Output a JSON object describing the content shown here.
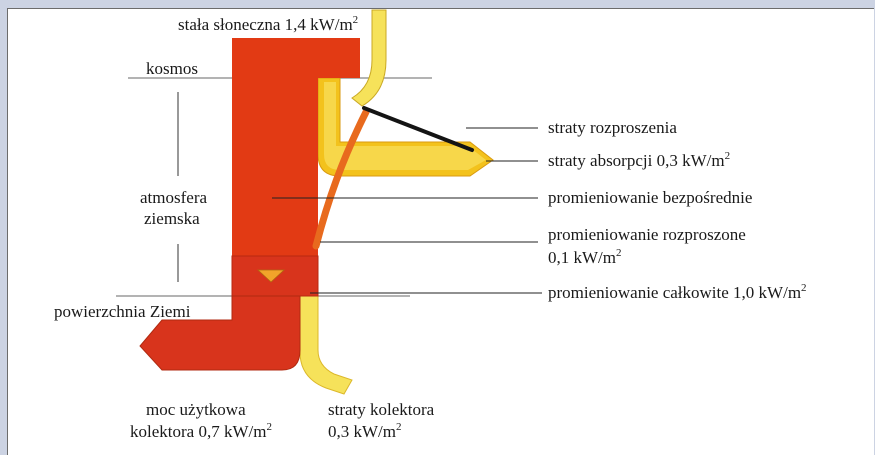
{
  "labels": {
    "solar_constant": "stała słoneczna 1,4 kW/m",
    "space": "kosmos",
    "atmosphere_line1": "atmosfera",
    "atmosphere_line2": "ziemska",
    "earth_surface": "powierzchnia Ziemi",
    "scatter_losses": "straty rozproszenia",
    "absorption_losses": "straty absorpcji 0,3 kW/m",
    "direct_radiation": "promieniowanie bezpośrednie",
    "diffuse_radiation_line1": "promieniowanie rozproszone",
    "diffuse_radiation_line2": "0,1 kW/m",
    "total_radiation": "promieniowanie całkowite 1,0 kW/m",
    "useful_power_line1": "moc użytkowa",
    "useful_power_line2": "kolektora 0,7 kW/m",
    "collector_losses_line1": "straty kolektora",
    "collector_losses_line2": "0,3 kW/m",
    "squared": "2"
  },
  "colors": {
    "page_background": "#ccd3e3",
    "direct_flow": "#e23a14",
    "useful_flow": "#d8341c",
    "absorption_flow": "#f3c21c",
    "collector_loss_flow": "#f6e25a",
    "diffuse_flow": "#e86a1e",
    "scatter_flow": "#141414",
    "marker": "#f2a42a"
  }
}
